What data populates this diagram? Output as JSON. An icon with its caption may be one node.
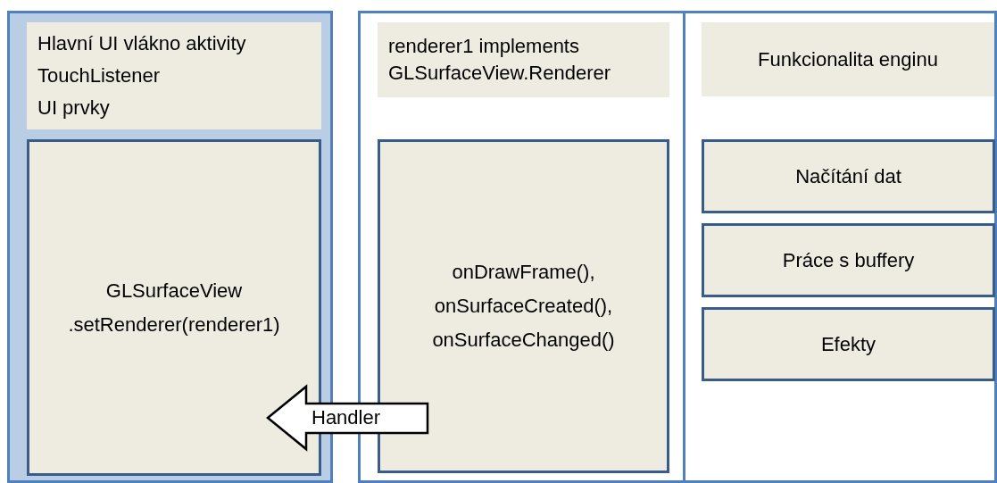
{
  "diagram": {
    "nodes": [
      {
        "text": [],
        "shape": "box"
      },
      {
        "text": [
          "Hlavní UI vlákno aktivity",
          "TouchListener",
          "UI prvky"
        ],
        "in": 0
      },
      {
        "text": [
          "GLSurfaceView .setRenderer(renderer1)"
        ],
        "in": 0
      },
      {
        "text": [],
        "shape": "box"
      },
      {
        "text": [
          "renderer1 implements GLSurfaceView.Renderer"
        ],
        "in": 3
      },
      {
        "text": [
          "onDrawFrame(), onSurfaceCreated(), onSurfaceChanged()"
        ],
        "in": 3
      },
      {
        "text": [
          "Funkcionalita enginu"
        ],
        "in": 3
      },
      {
        "text": [
          "Načítání dat"
        ],
        "in": 3
      },
      {
        "text": [
          "Práce s buffery"
        ],
        "in": 3
      },
      {
        "text": [
          "Efekty"
        ],
        "in": 3
      }
    ],
    "edges": [
      {
        "from": 5,
        "to": 2,
        "arrow": "to",
        "label": "Handler"
      }
    ]
  }
}
